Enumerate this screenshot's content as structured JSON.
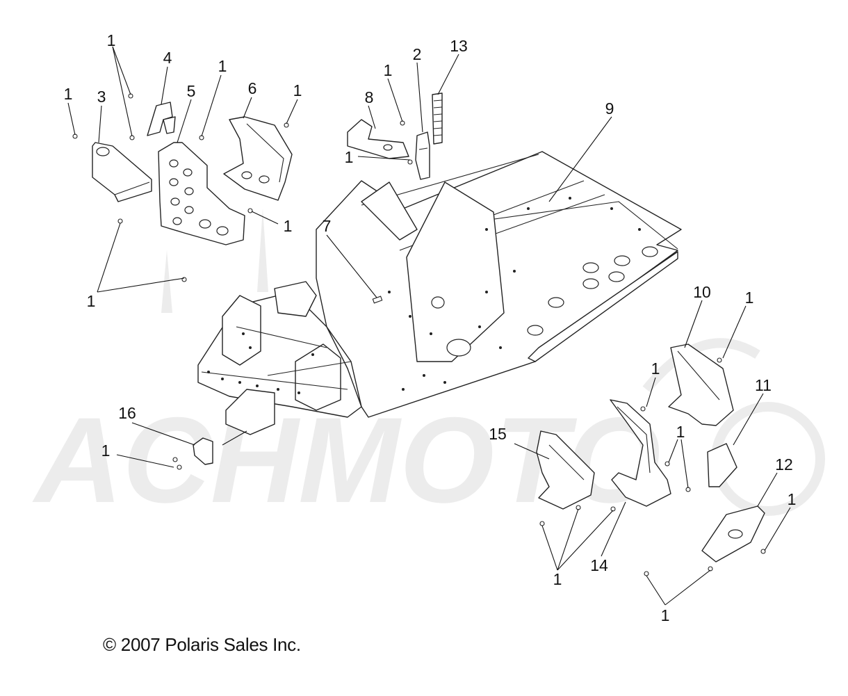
{
  "watermark": {
    "text": "ACHMOTO",
    "color": "#ececec"
  },
  "copyright": "© 2007 Polaris Sales Inc.",
  "callouts": [
    {
      "id": "c1a",
      "label": "1"
    },
    {
      "id": "c1b",
      "label": "1"
    },
    {
      "id": "c3",
      "label": "3"
    },
    {
      "id": "c4",
      "label": "4"
    },
    {
      "id": "c5",
      "label": "5"
    },
    {
      "id": "c1c",
      "label": "1"
    },
    {
      "id": "c6",
      "label": "6"
    },
    {
      "id": "c1d",
      "label": "1"
    },
    {
      "id": "c1e",
      "label": "1"
    },
    {
      "id": "c1f",
      "label": "1"
    },
    {
      "id": "c1g",
      "label": "1"
    },
    {
      "id": "c1h",
      "label": "1"
    },
    {
      "id": "c8",
      "label": "8"
    },
    {
      "id": "c2",
      "label": "2"
    },
    {
      "id": "c13",
      "label": "13"
    },
    {
      "id": "c9",
      "label": "9"
    },
    {
      "id": "c7",
      "label": "7"
    },
    {
      "id": "c10",
      "label": "10"
    },
    {
      "id": "c1i",
      "label": "1"
    },
    {
      "id": "c1j",
      "label": "1"
    },
    {
      "id": "c11",
      "label": "11"
    },
    {
      "id": "c16",
      "label": "16"
    },
    {
      "id": "c1k",
      "label": "1"
    },
    {
      "id": "c15",
      "label": "15"
    },
    {
      "id": "c1l",
      "label": "1"
    },
    {
      "id": "c12",
      "label": "12"
    },
    {
      "id": "c1m",
      "label": "1"
    },
    {
      "id": "c1n",
      "label": "1"
    },
    {
      "id": "c14",
      "label": "14"
    },
    {
      "id": "c1o",
      "label": "1"
    }
  ]
}
